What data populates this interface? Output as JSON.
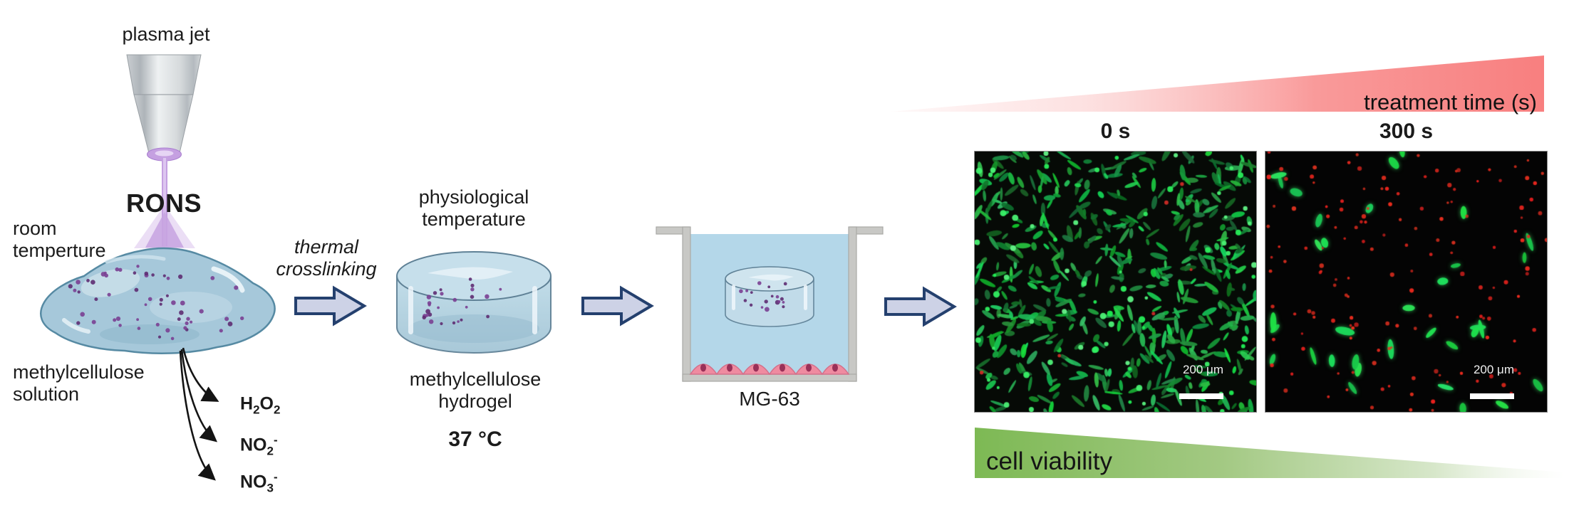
{
  "figure": {
    "stage_plasma": {
      "device_label": "plasma jet",
      "species_label": "RONS",
      "condition_line1": "room",
      "condition_line2": "temperture",
      "material_line1": "methylcellulose",
      "material_line2": "solution",
      "chemicals": [
        {
          "p1": "H",
          "s1": "2",
          "p2": "O",
          "s2": "2",
          "sup": ""
        },
        {
          "p1": "NO",
          "s1": "2",
          "p2": "",
          "s2": "",
          "sup": "-"
        },
        {
          "p1": "NO",
          "s1": "3",
          "p2": "",
          "s2": "",
          "sup": "-"
        }
      ]
    },
    "stage_gel": {
      "process_line1": "thermal",
      "process_line2": "crosslinking",
      "condition_line1": "physiological",
      "condition_line2": "temperature",
      "material_line1": "methylcellulose",
      "material_line2": "hydrogel",
      "temperature_value": "37 °C"
    },
    "stage_culture": {
      "cell_line_label": "MG-63"
    },
    "results": {
      "time_axis_label": "treatment time (s)",
      "viability_axis_label": "cell viability",
      "panels": [
        {
          "time_label": "0 s",
          "scale_bar_label": "200 μm"
        },
        {
          "time_label": "300 s",
          "scale_bar_label": "200 μm"
        }
      ]
    },
    "colors": {
      "time_gradient_red": "#f87f7f",
      "viability_gradient_green": "#7db954",
      "plasma_purple": "#c5a0e1",
      "solution_blue": "#a6c8da",
      "hydrogel_blue": "#b9d6e4",
      "arrow_fill": "#cdd2e6",
      "arrow_border": "#24406e",
      "live_cell_green": "#2fbf57",
      "dead_cell_red": "#e23030",
      "adherent_cell_pink": "#ef8ba0"
    }
  }
}
